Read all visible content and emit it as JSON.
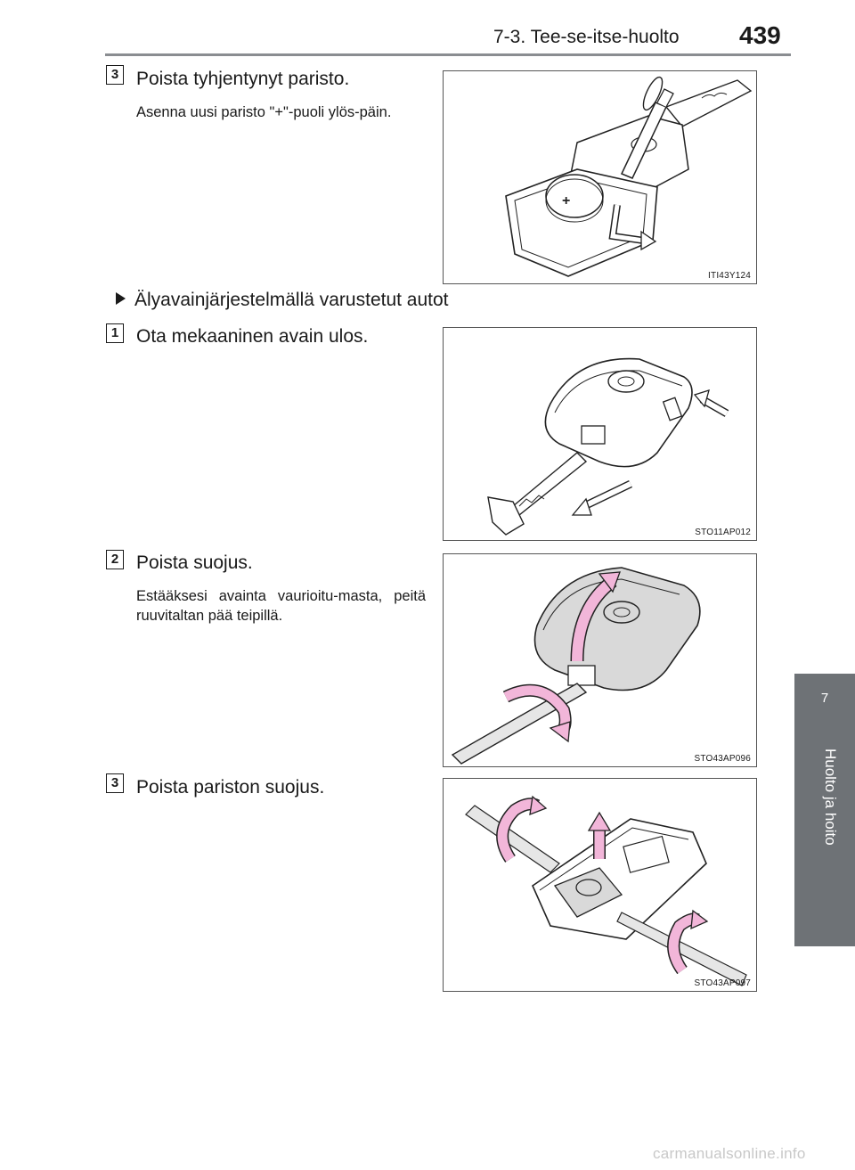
{
  "header": {
    "section": "7-3. Tee-se-itse-huolto",
    "page_number": "439"
  },
  "side_tab": {
    "chapter_number": "7",
    "chapter_title": "Huolto ja hoito"
  },
  "steps_top": [
    {
      "number": "3",
      "heading": "Poista tyhjentynyt paristo.",
      "note": "Asenna uusi paristo \"+\"-puoli ylös-päin.",
      "figure_code": "ITI43Y124"
    }
  ],
  "subsection": {
    "title": "Älyavainjärjestelmällä varustetut autot"
  },
  "steps": [
    {
      "number": "1",
      "heading": "Ota mekaaninen avain ulos.",
      "note": "",
      "figure_code": "STO11AP012"
    },
    {
      "number": "2",
      "heading": "Poista suojus.",
      "note": "Estääksesi avainta vaurioitu-masta, peitä ruuvitaltan pää teipillä.",
      "figure_code": "STO43AP096"
    },
    {
      "number": "3",
      "heading": "Poista pariston suojus.",
      "note": "",
      "figure_code": "STO43AP097"
    }
  ],
  "figure_labels": {
    "battery_plus": "+"
  },
  "colors": {
    "arrow_pink": "#f2b6d9",
    "side_tab": "#6e7276",
    "rule": "#8a8d91"
  },
  "watermark": "carmanualsonline.info"
}
